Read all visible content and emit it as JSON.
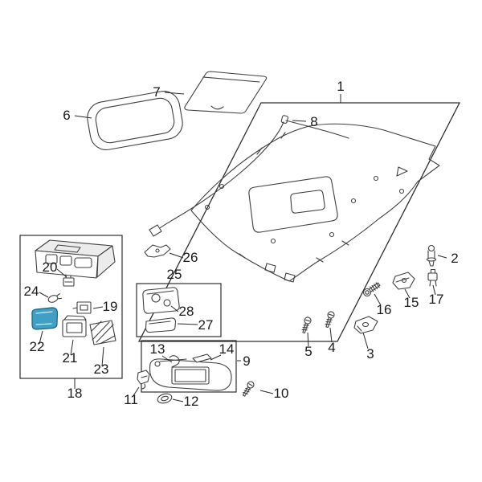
{
  "diagram": {
    "type": "vehicle-headliner-parts-diagram",
    "background": "#ffffff",
    "line_color": "#3f3f3f",
    "label_color": "#1a1a1a",
    "highlight_color": "#3f9fc4",
    "highlight_stroke": "#19637f",
    "highlighted_part": "22",
    "labels": {
      "p1": "1",
      "p2": "2",
      "p3": "3",
      "p4": "4",
      "p5": "5",
      "p6": "6",
      "p7": "7",
      "p8": "8",
      "p9": "9",
      "p10": "10",
      "p11": "11",
      "p12": "12",
      "p13": "13",
      "p14": "14",
      "p15": "15",
      "p16": "16",
      "p17": "17",
      "p18": "18",
      "p19": "19",
      "p20": "20",
      "p21": "21",
      "p22": "22",
      "p23": "23",
      "p24": "24",
      "p25": "25",
      "p26": "26",
      "p27": "27",
      "p28": "28"
    }
  }
}
